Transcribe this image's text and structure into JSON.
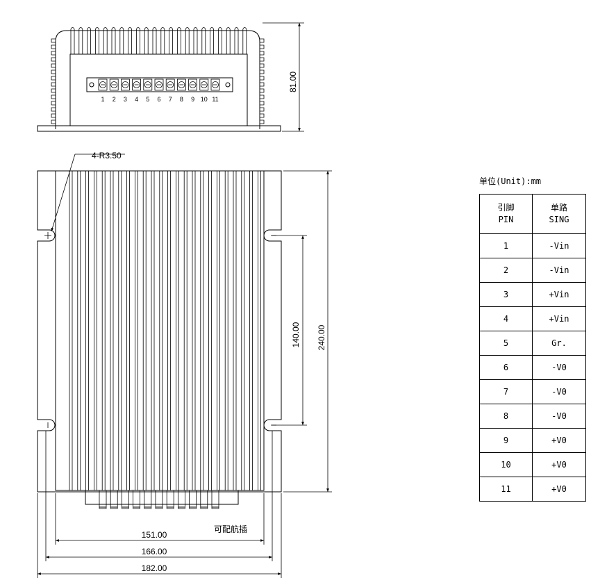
{
  "dimensions": {
    "height_side": "81.00",
    "hole_radius": "4-R3.50",
    "hole_spacing": "140.00",
    "length": "240.00",
    "width_151": "151.00",
    "width_166": "166.00",
    "width_182": "182.00"
  },
  "connector_note": "可配航插",
  "terminal_numbers": [
    "1",
    "2",
    "3",
    "4",
    "5",
    "6",
    "7",
    "8",
    "9",
    "10",
    "11"
  ],
  "unit_label": "单位(Unit):mm",
  "pin_table": {
    "header_pin": [
      "引脚",
      "PIN"
    ],
    "header_sing": [
      "单路",
      "SING"
    ],
    "rows": [
      {
        "pin": "1",
        "sing": "-Vin"
      },
      {
        "pin": "2",
        "sing": "-Vin"
      },
      {
        "pin": "3",
        "sing": "+Vin"
      },
      {
        "pin": "4",
        "sing": "+Vin"
      },
      {
        "pin": "5",
        "sing": "Gr."
      },
      {
        "pin": "6",
        "sing": "-V0"
      },
      {
        "pin": "7",
        "sing": "-V0"
      },
      {
        "pin": "8",
        "sing": "-V0"
      },
      {
        "pin": "9",
        "sing": "+V0"
      },
      {
        "pin": "10",
        "sing": "+V0"
      },
      {
        "pin": "11",
        "sing": "+V0"
      }
    ]
  }
}
